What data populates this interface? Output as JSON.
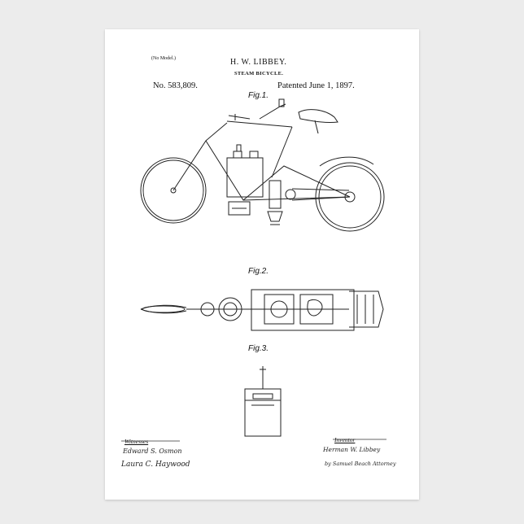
{
  "document": {
    "no_model": "(No Model.)",
    "inventor_name": "H. W. LIBBEY.",
    "title": "STEAM BICYCLE.",
    "patent_number": "No. 583,809.",
    "patent_date": "Patented June 1, 1897.",
    "figures": [
      "Fig.1.",
      "Fig.2.",
      "Fig.3."
    ],
    "witnesses_label": "Witnesses",
    "witness_signatures": [
      "Edward S. Osmon",
      "Laura C. Haywood"
    ],
    "inventor_label": "Inventor",
    "inventor_signature": "Herman W. Libbey",
    "attorney_signature": "by Samuel Beach Attorney"
  },
  "colors": {
    "ink": "#111111",
    "paper": "#ffffff",
    "background": "#ececec"
  }
}
